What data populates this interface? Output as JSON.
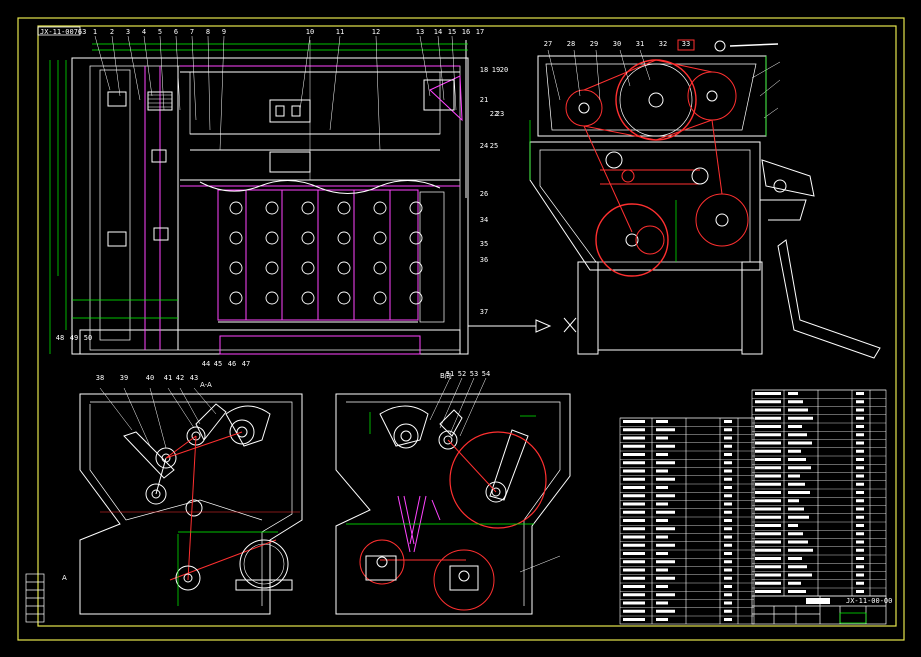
{
  "drawing": {
    "header_code": "JX-11-00763",
    "title_code": "JX-11-00-00",
    "section_a": "A-A",
    "section_b": "B向",
    "view_a_marker": "A"
  },
  "colors": {
    "background": "#000000",
    "frame": "#e6e64d",
    "body": "#ffffff",
    "dimension": "#00ff00",
    "parts": "#ff44ff",
    "pulley": "#ff3030",
    "leader": "#ffffff",
    "table_line": "#ffffff",
    "center": "#ff3030"
  },
  "balloons": {
    "top_left": [
      "1",
      "2",
      "3",
      "4",
      "5",
      "6",
      "7",
      "8",
      "9",
      "10",
      "11",
      "12",
      "13",
      "14",
      "15",
      "16",
      "17"
    ],
    "top_right": [
      "27",
      "28",
      "29",
      "30",
      "31",
      "32",
      "33"
    ],
    "right_side": [
      "18",
      "19",
      "20",
      "21",
      "22",
      "23",
      "24",
      "25",
      "26",
      "34",
      "35",
      "36",
      "37"
    ],
    "lower": [
      "38",
      "39",
      "40",
      "41",
      "42",
      "43",
      "44",
      "45",
      "46",
      "47",
      "48",
      "49",
      "50",
      "51",
      "52",
      "53",
      "54"
    ]
  }
}
